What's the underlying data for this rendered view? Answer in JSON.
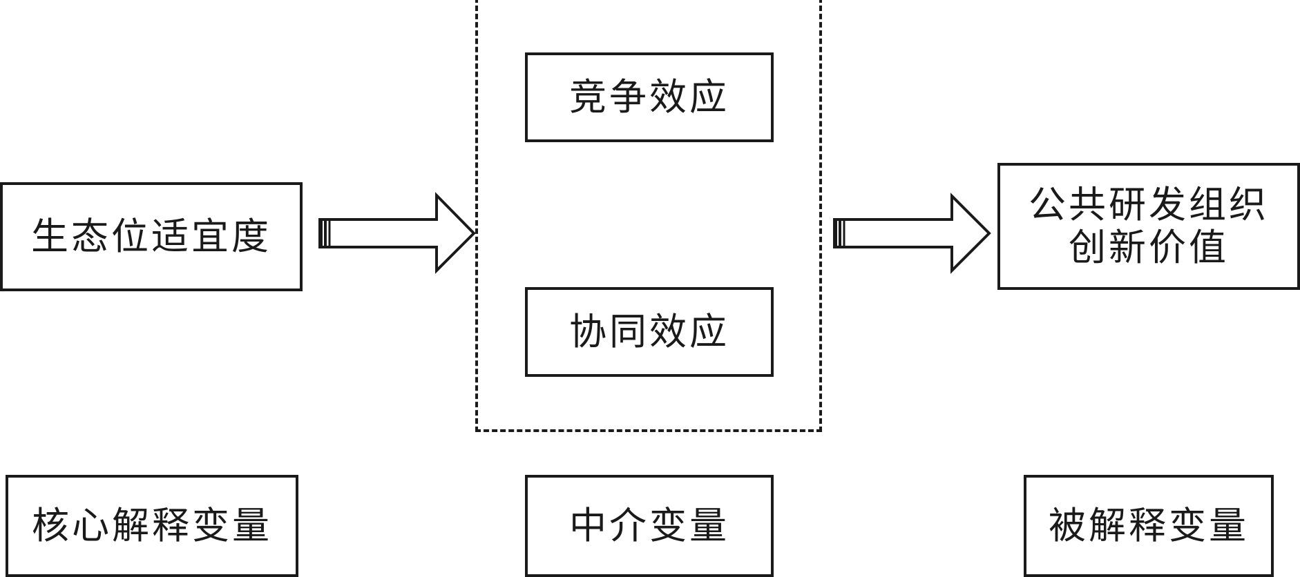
{
  "diagram": {
    "independent_variable": {
      "text": "生态位适宜度"
    },
    "mediators": [
      {
        "text": "竞争效应"
      },
      {
        "text": "协同效应"
      }
    ],
    "dependent_variable": {
      "lines": [
        "公共研发组织",
        "创新价值"
      ]
    },
    "legend": {
      "core": "核心解释变量",
      "mediator": "中介变量",
      "dependent": "被解释变量"
    },
    "colors": {
      "stroke": "#1a1a1a",
      "background": "#ffffff"
    }
  }
}
